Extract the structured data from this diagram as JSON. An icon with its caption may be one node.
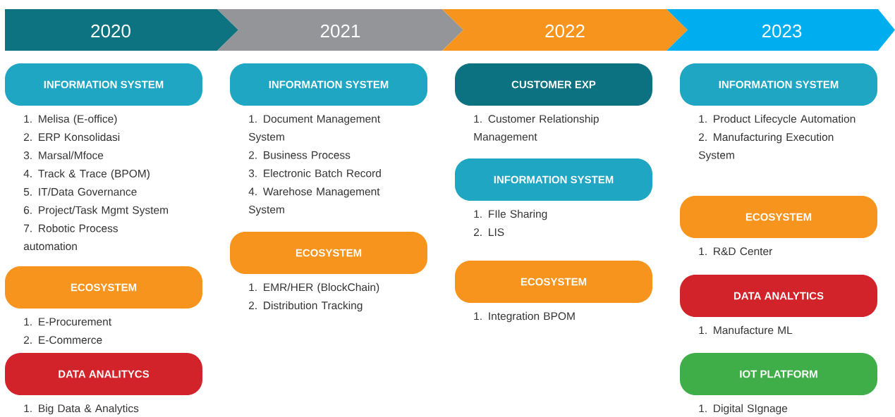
{
  "diagram": {
    "nodes": [
      {
        "text": [
          "2020"
        ]
      },
      {
        "text": [
          "2021"
        ]
      },
      {
        "text": [
          "2022"
        ]
      },
      {
        "text": [
          "2023"
        ]
      },
      {
        "text": [
          "INFORMATION SYSTEM"
        ],
        "beside": [
          "1. Melisa (E-office)",
          "2. ERP Konsolidasi",
          "3. Marsal/Mfoce",
          "4. Track & Trace (BPOM)",
          "5. IT/Data Governance",
          "6. Project/Task Mgmt System",
          "7. Robotic Process automation"
        ]
      },
      {
        "text": [
          "ECOSYSTEM"
        ],
        "beside": [
          "1. E-Procurement",
          "2. E-Commerce"
        ]
      },
      {
        "text": [
          "DATA ANALITYCS"
        ],
        "beside": [
          "1. Big Data & Analytics"
        ]
      },
      {
        "text": [
          "INFORMATION SYSTEM"
        ],
        "beside": [
          "1. Document Management System",
          "2. Business Process",
          "3. Electronic Batch Record",
          "4. Warehose Management System"
        ]
      },
      {
        "text": [
          "ECOSYSTEM"
        ],
        "beside": [
          "1. EMR/HER (BlockChain)",
          "2. Distribution Tracking"
        ]
      },
      {
        "text": [
          "CUSTOMER EXP"
        ],
        "beside": [
          "1. Customer Relationship Management"
        ]
      },
      {
        "text": [
          "INFORMATION SYSTEM"
        ],
        "beside": [
          "1. FIle Sharing",
          "2. LIS"
        ]
      },
      {
        "text": [
          "ECOSYSTEM"
        ],
        "beside": [
          "1. Integration BPOM"
        ]
      },
      {
        "text": [
          "INFORMATION SYSTEM"
        ],
        "beside": [
          "1. Product Lifecycle Automation",
          "2. Manufacturing Execution System"
        ]
      },
      {
        "text": [
          "ECOSYSTEM"
        ],
        "beside": [
          "1. R&D Center"
        ]
      },
      {
        "text": [
          "DATA ANALYTICS"
        ],
        "beside": [
          "1. Manufacture ML"
        ]
      },
      {
        "text": [
          "IOT PLATFORM"
        ],
        "beside": [
          "1. Digital SIgnage"
        ]
      }
    ]
  }
}
